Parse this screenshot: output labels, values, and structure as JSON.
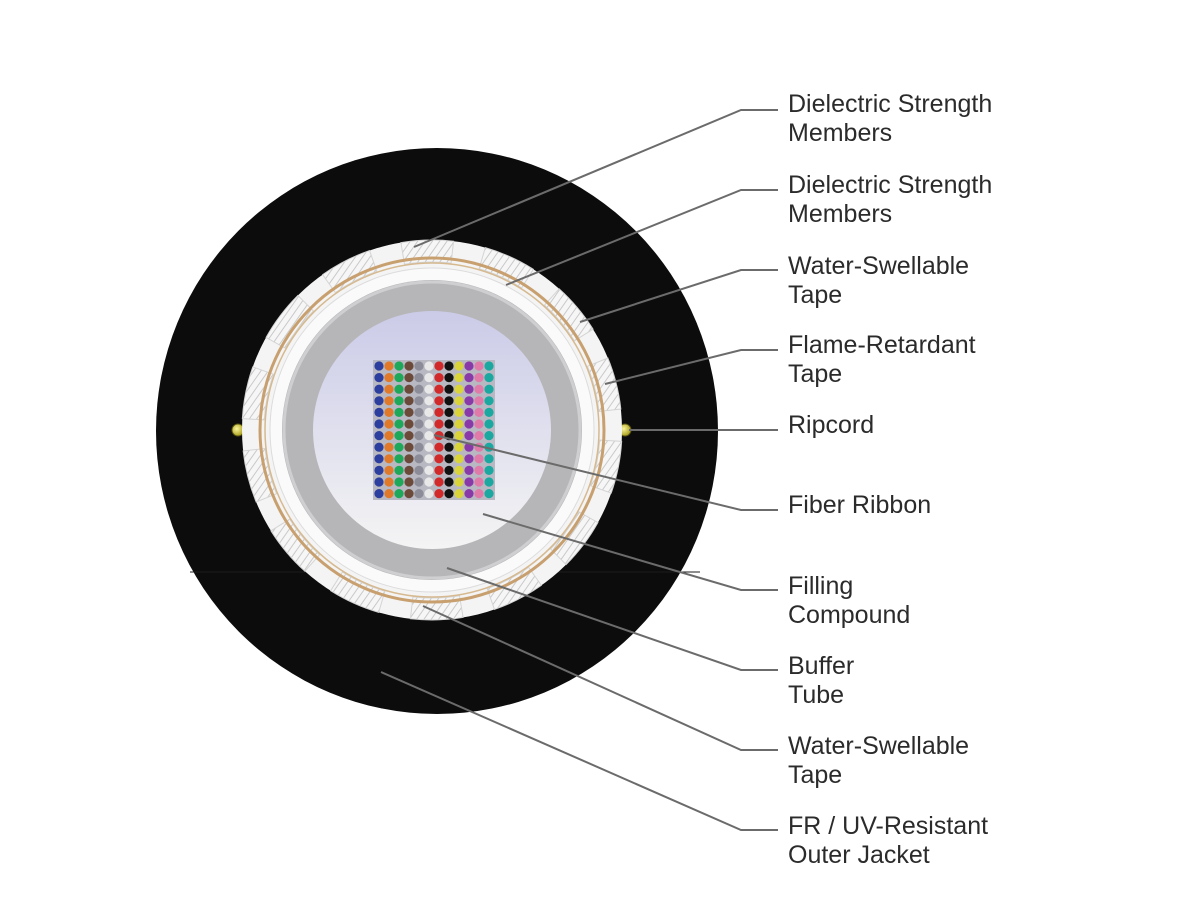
{
  "diagram": {
    "callouts": [
      {
        "id": "dielectric-strength-members-outer",
        "lines": [
          "Dielectric Strength",
          "Members"
        ]
      },
      {
        "id": "dielectric-strength-members-inner",
        "lines": [
          "Dielectric Strength",
          "Members"
        ]
      },
      {
        "id": "water-swellable-tape-outer",
        "lines": [
          "Water-Swellable",
          "Tape"
        ]
      },
      {
        "id": "flame-retardant-tape",
        "lines": [
          "Flame-Retardant",
          "Tape"
        ]
      },
      {
        "id": "ripcord",
        "lines": [
          "Ripcord"
        ]
      },
      {
        "id": "fiber-ribbon",
        "lines": [
          "Fiber Ribbon"
        ]
      },
      {
        "id": "filling-compound",
        "lines": [
          "Filling",
          "Compound"
        ]
      },
      {
        "id": "buffer-tube",
        "lines": [
          "Buffer",
          "Tube"
        ]
      },
      {
        "id": "water-swellable-tape-inner",
        "lines": [
          "Water-Swellable",
          "Tape"
        ]
      },
      {
        "id": "outer-jacket",
        "lines": [
          "FR / UV-Resistant",
          "Outer Jacket"
        ]
      }
    ],
    "colors": {
      "jacket": "#0c0c0c",
      "tape": "#f4f4f4",
      "strength_member_hatch": "#c9c9c9",
      "flame_tape": "#c8a070",
      "buffer_tube": "#b6b6b8",
      "filling_top": "#cfcfea",
      "filling_bottom": "#f2f2f2",
      "ripcord": "#d8d23a",
      "leader": "#6b6b6b",
      "text": "#2b2b2b"
    },
    "fiber_colors": [
      "blue",
      "orange",
      "green",
      "brown",
      "slate",
      "white",
      "red",
      "black",
      "yellow",
      "violet",
      "rose",
      "aqua"
    ],
    "fiber_hex": [
      "#2c3e9e",
      "#e07a2a",
      "#1ea85a",
      "#6b4a3a",
      "#8c8c98",
      "#e8e8e8",
      "#d22a2a",
      "#111111",
      "#d8d43a",
      "#8a3aa8",
      "#e07aa8",
      "#1aa8a0"
    ]
  }
}
